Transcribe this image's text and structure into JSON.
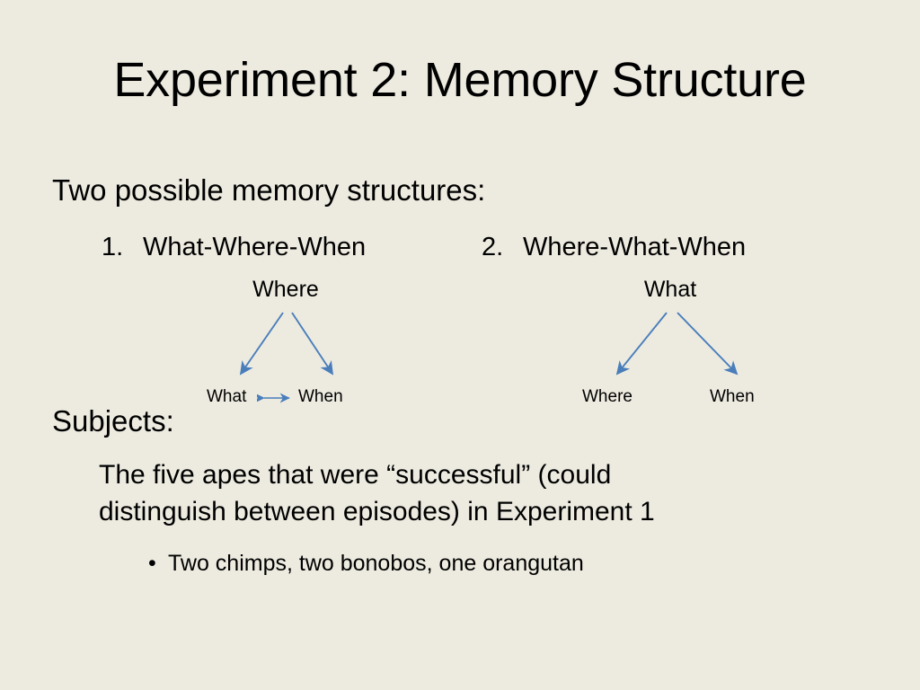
{
  "slide": {
    "title": "Experiment 2: Memory Structure",
    "background_color": "#EDEBE0",
    "text_color": "#000000",
    "arrow_color": "#4A7EBB"
  },
  "structures": {
    "lead": "Two possible memory structures:",
    "items": [
      {
        "number": "1.",
        "label": "What-Where-When"
      },
      {
        "number": "2.",
        "label": "Where-What-When"
      }
    ]
  },
  "diagrams": [
    {
      "id": "what-where-when",
      "root": "Where",
      "leaves": [
        "What",
        "When"
      ],
      "has_link_between_leaves": true,
      "link_icon": "double-headed-arrow-icon"
    },
    {
      "id": "where-what-when",
      "root": "What",
      "leaves": [
        "Where",
        "When"
      ],
      "has_link_between_leaves": false,
      "link_icon": ""
    }
  ],
  "subjects": {
    "lead": "Subjects:",
    "paragraph_lines": [
      "The five apes that were “successful” (could",
      "distinguish between episodes) in Experiment 1"
    ],
    "bullet_marker": "•",
    "bullet": "Two chimps, two bonobos, one orangutan"
  }
}
